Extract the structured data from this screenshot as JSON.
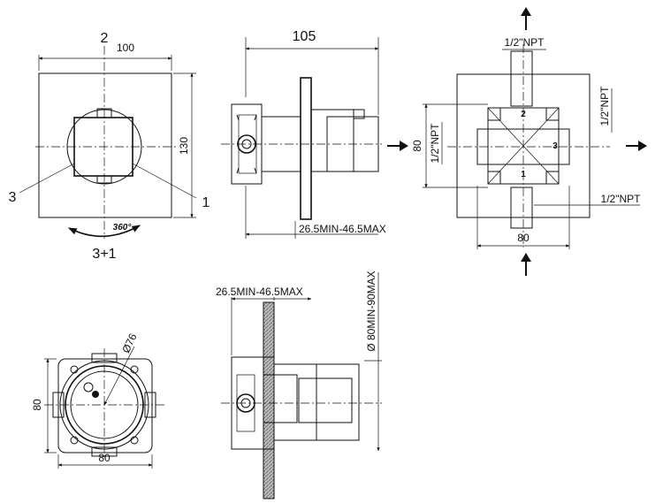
{
  "front_view": {
    "width_dim": "100",
    "height_dim": "130",
    "port_top": "2",
    "port_left": "3",
    "port_right": "1",
    "rotation_label": "360°",
    "mix_label": "3+1"
  },
  "side_view": {
    "depth_dim": "105",
    "range_dim": "26.5MIN-46.5MAX"
  },
  "plan_view": {
    "npt_top": "1/2\"NPT",
    "npt_left": "1/2\"NPT",
    "npt_right": "1/2\"NPT",
    "npt_bottom": "1/2\"NPT",
    "height_dim": "80",
    "width_dim": "80",
    "port_2": "2",
    "port_1": "1",
    "port_3": "3"
  },
  "body_view": {
    "diameter_dim": "Ø76",
    "width_dim": "80",
    "height_dim": "80"
  },
  "install_view": {
    "range_dim": "26.5MIN-46.5MAX",
    "cutout_dim": "Ø 80MIN-90MAX"
  }
}
